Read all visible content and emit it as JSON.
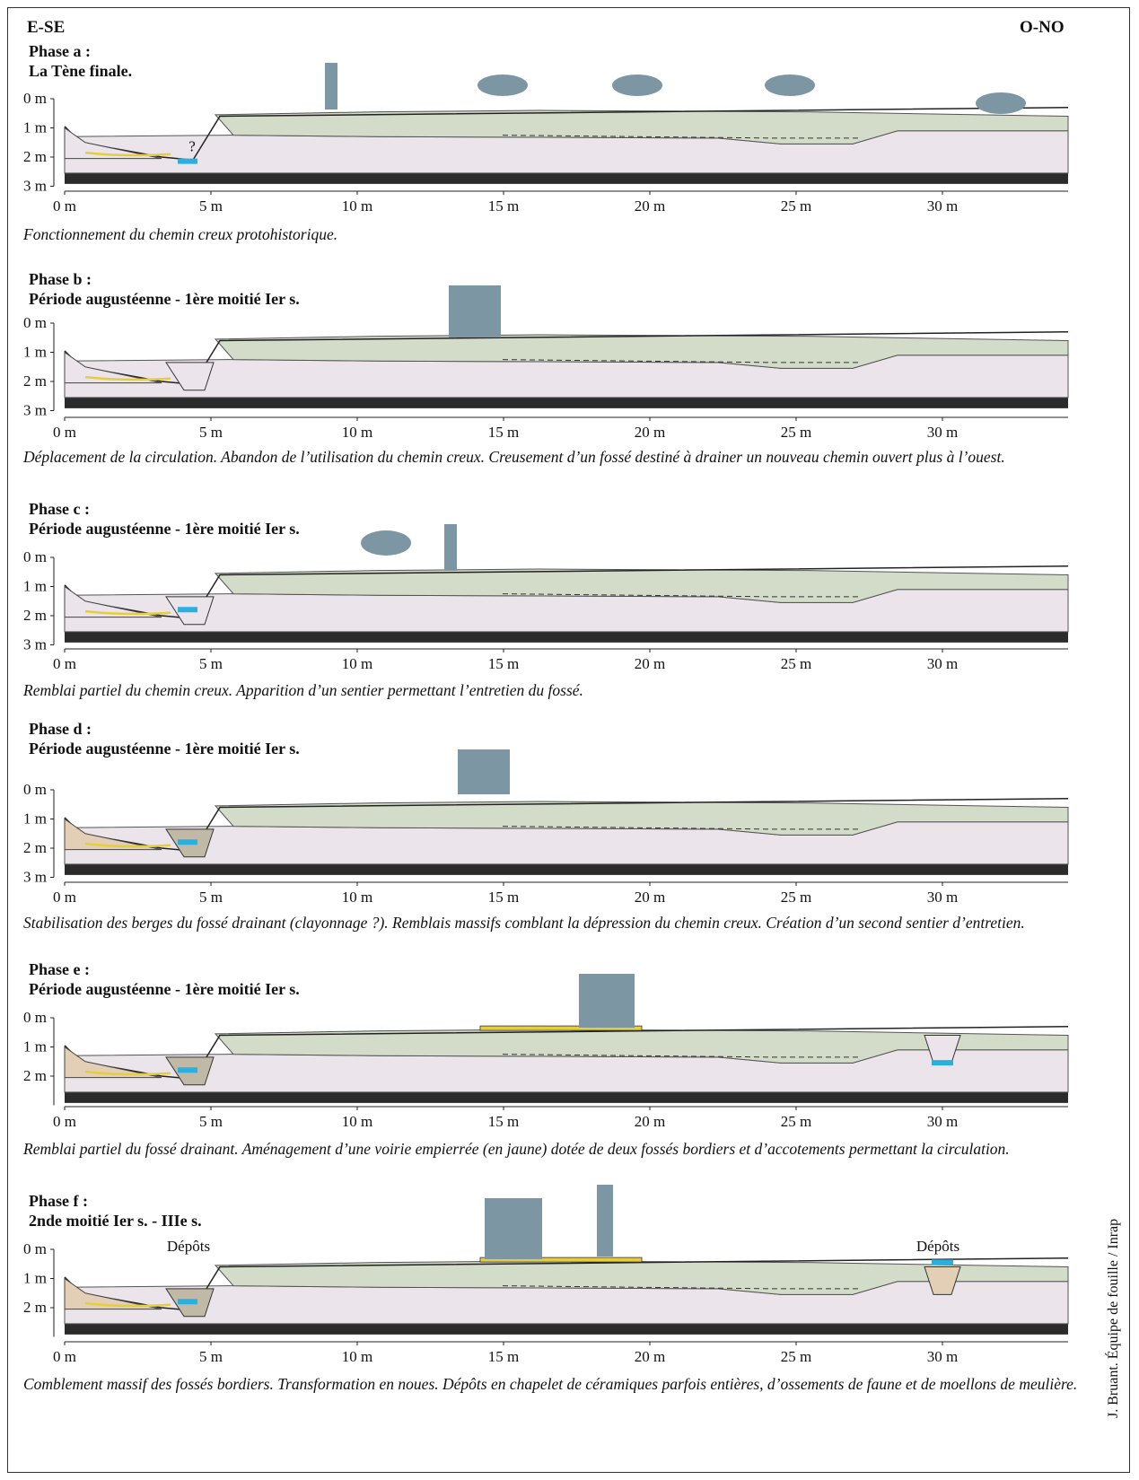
{
  "orientation": {
    "left": "E-SE",
    "right": "O-NO"
  },
  "credit": "J. Bruant. Équipe de fouille / Inrap",
  "colors": {
    "topsoil_green": "#d2dcc9",
    "subsoil_pink": "#ebe4ea",
    "bedrock_dark": "#2b2b2b",
    "water_blue": "#29b0e0",
    "road_yellow": "#e7cd3a",
    "fill_tan": "#e2cfb6",
    "silhouette_blue": "#7d96a3"
  },
  "depth_labels": [
    "0 m",
    "1 m",
    "2 m",
    "3 m"
  ],
  "distance_labels": [
    "0 m",
    "5 m",
    "10 m",
    "15 m",
    "20 m",
    "25 m",
    "30 m"
  ],
  "phases": [
    {
      "title_1": "Phase a :",
      "title_2": "La Tène finale.",
      "caption": "Fonctionnement du chemin creux protohistorique.",
      "depots": [],
      "question_mark": "?"
    },
    {
      "title_1": "Phase b :",
      "title_2": "Période augustéenne - 1ère moitié Ier s.",
      "caption": "Déplacement de la circulation. Abandon de l’utilisation du chemin creux. Creusement d’un fossé destiné à drainer un nouveau chemin ouvert plus à l’ouest.",
      "depots": []
    },
    {
      "title_1": "Phase c :",
      "title_2": "Période augustéenne - 1ère moitié Ier s.",
      "caption": "Remblai partiel du chemin creux. Apparition d’un sentier permettant l’entretien du fossé.",
      "depots": []
    },
    {
      "title_1": "Phase d :",
      "title_2": "Période augustéenne - 1ère moitié Ier s.",
      "caption": "Stabilisation des berges du fossé drainant (clayonnage ?). Remblais massifs comblant la dépression du chemin creux. Création d’un second sentier d’entretien.",
      "depots": []
    },
    {
      "title_1": "Phase e :",
      "title_2": "Période augustéenne - 1ère moitié Ier s.",
      "caption": "Remblai partiel du fossé drainant. Aménagement d’une voirie empierrée (en jaune) dotée de deux fossés bordiers et d’accotements permettant la circulation.",
      "depots": []
    },
    {
      "title_1": "Phase f :",
      "title_2": "2nde moitié Ier s. - IIIe s.",
      "caption": "Comblement massif des fossés bordiers. Transformation en noues. Dépôts en chapelet de céramiques parfois entières, d’ossements de faune et de moellons de meulière.",
      "depots": [
        "Dépôts",
        "Dépôts"
      ]
    }
  ]
}
